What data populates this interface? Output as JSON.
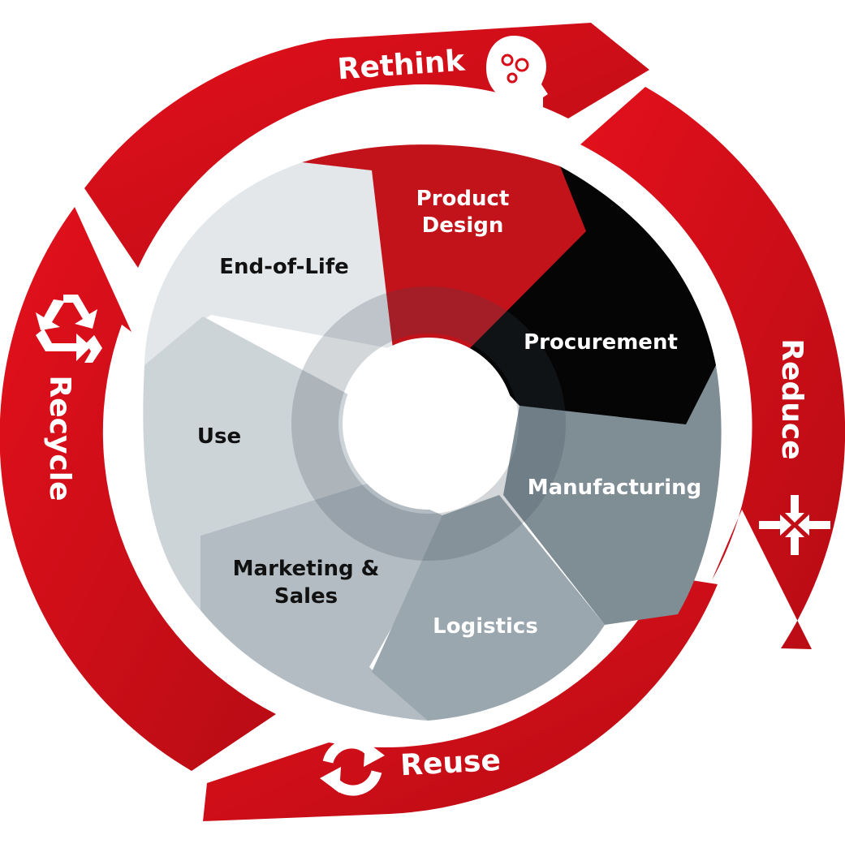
{
  "outer_cycle": {
    "rethink": "Rethink",
    "reduce": "Reduce",
    "reuse": "Reuse",
    "recycle": "Recycle"
  },
  "icons": {
    "rethink": "head-with-gears-icon",
    "reduce": "arrows-converging-icon",
    "reuse": "circular-arrows-icon",
    "recycle": "recycle-icon"
  },
  "stages": {
    "product_design": [
      "Product",
      "Design"
    ],
    "procurement": "Procurement",
    "manufacturing": "Manufacturing",
    "logistics": "Logistics",
    "marketing_sales": [
      "Marketing &",
      "Sales"
    ],
    "use": "Use",
    "end_of_life": "End-of-Life"
  },
  "colors": {
    "accent_red": "#d90d1a",
    "dark_red": "#b50f12",
    "black": "#050505",
    "manufacturing": "#7f8d95",
    "logistics": "#9aa7ae",
    "marketing_sales": "#b2bcc2",
    "use": "#cdd4d8",
    "end_of_life": "#e3e7ea"
  }
}
